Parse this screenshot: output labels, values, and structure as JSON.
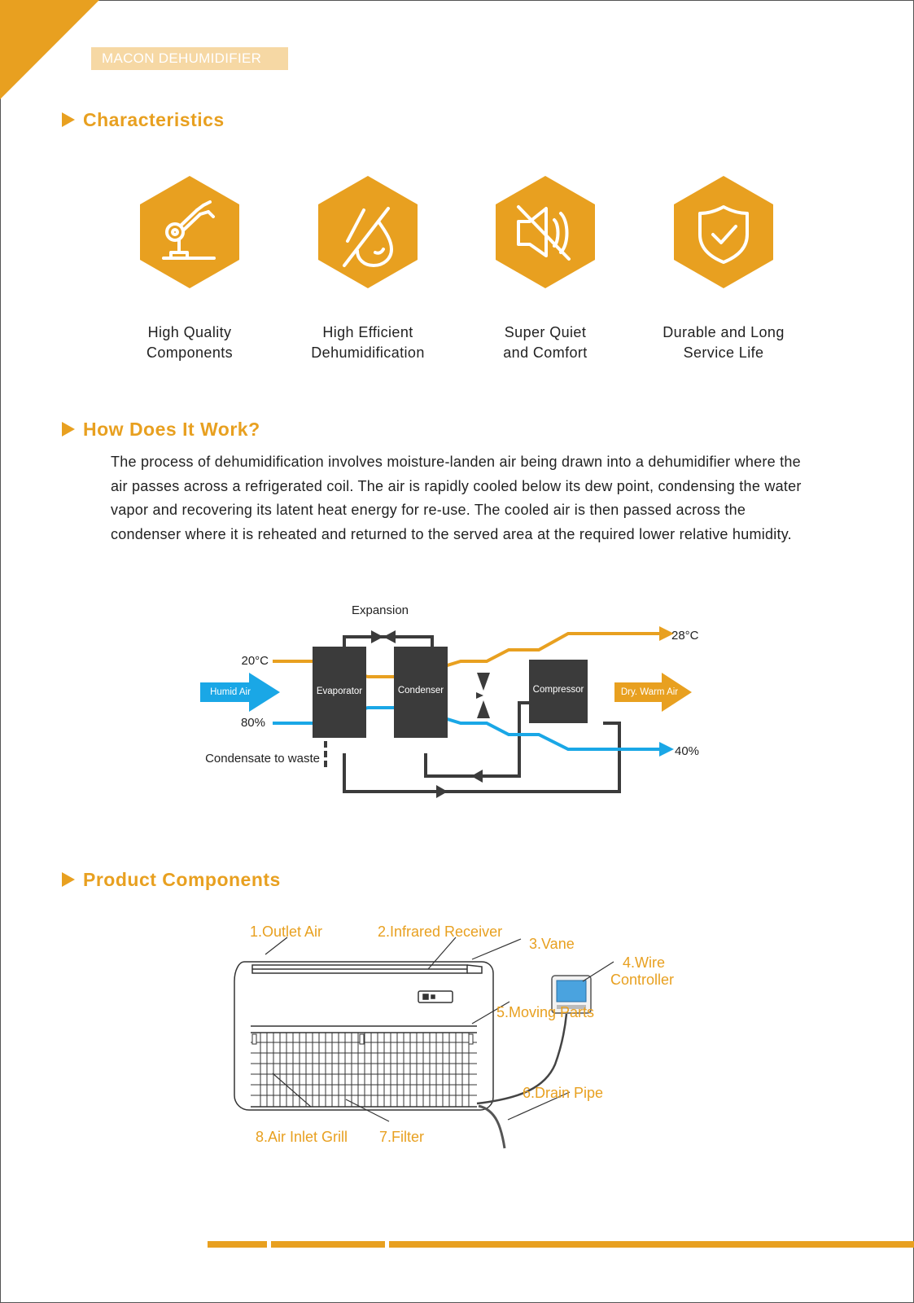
{
  "brand": {
    "tag": "MACON DEHUMIDIFIER",
    "accent_color": "#e8a020"
  },
  "sections": {
    "characteristics": "Characteristics",
    "how_it_works": "How Does It Work?",
    "components": "Product Components"
  },
  "features": [
    {
      "icon": "robot-arm-icon",
      "label": "High Quality\nComponents"
    },
    {
      "icon": "water-drop-icon",
      "label": "High Efficient\nDehumidification"
    },
    {
      "icon": "mute-speaker-icon",
      "label": "Super Quiet\nand Comfort"
    },
    {
      "icon": "shield-check-icon",
      "label": "Durable and Long\nService Life"
    }
  ],
  "how_it_works_text": "The process of dehumidification involves moisture-landen air being drawn into a dehumidifier where the air passes across a refrigerated coil. The air is rapidly cooled below its dew point, condensing the water vapor and recovering its latent heat energy for re-use. The cooled air is then passed across the condenser where it is reheated and returned to the served area at the required lower relative humidity.",
  "diagram": {
    "expansion": "Expansion",
    "temp_in": "20°C",
    "temp_out": "28°C",
    "humid_in": "80%",
    "humid_out": "40%",
    "humid_air": "Humid Air",
    "evaporator": "Evaporator",
    "condenser": "Condenser",
    "compressor": "Compressor",
    "dry_warm_air": "Dry. Warm Air",
    "condensate": "Condensate to waste",
    "colors": {
      "warm": "#e8a020",
      "cool": "#1aa7e6",
      "unit": "#3b3b3b"
    }
  },
  "components": [
    "1.Outlet Air",
    "2.Infrared Receiver",
    "3.Vane",
    "4.Wire",
    "Controller",
    "5.Moving Parts",
    "6.Drain Pipe",
    "7.Filter",
    "8.Air Inlet Grill"
  ]
}
